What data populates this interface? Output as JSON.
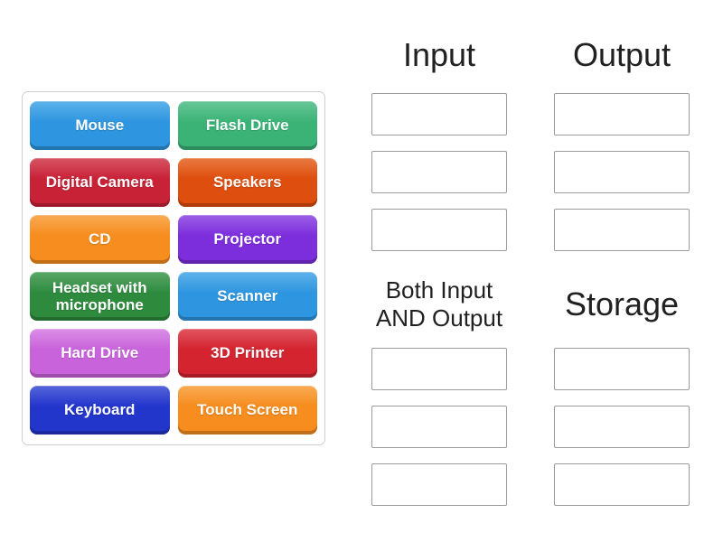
{
  "activity": {
    "kind": "group-sort",
    "tile_text_color": "#FFFFFF",
    "header_text_color": "#212121",
    "slot_border_color": "#9B9B9B",
    "tray_border_color": "#CFCFCF",
    "page_background": "#FFFFFF"
  },
  "tiles": [
    {
      "label": "Mouse",
      "color_base": "#2E96E0",
      "color_light": "#5FB2EA"
    },
    {
      "label": "Flash Drive",
      "color_base": "#3BB377",
      "color_light": "#68C697"
    },
    {
      "label": "Digital Camera",
      "color_base": "#C82237",
      "color_light": "#D75565"
    },
    {
      "label": "Speakers",
      "color_base": "#DE4E0E",
      "color_light": "#E97A42"
    },
    {
      "label": "CD",
      "color_base": "#F68D1E",
      "color_light": "#F9AB55"
    },
    {
      "label": "Projector",
      "color_base": "#7D2EDC",
      "color_light": "#9B5FE6"
    },
    {
      "label": "Headset with microphone",
      "color_base": "#2E8B3E",
      "color_light": "#5AA868"
    },
    {
      "label": "Scanner",
      "color_base": "#2E96E0",
      "color_light": "#5FB2EA"
    },
    {
      "label": "Hard Drive",
      "color_base": "#C963DB",
      "color_light": "#DA8FE6"
    },
    {
      "label": "3D Printer",
      "color_base": "#D42430",
      "color_light": "#E05560"
    },
    {
      "label": "Keyboard",
      "color_base": "#2336CC",
      "color_light": "#5565D9"
    },
    {
      "label": "Touch Screen",
      "color_base": "#F68D1E",
      "color_light": "#F9AB55"
    }
  ],
  "categories": [
    {
      "name": "Input",
      "lines": [
        "Input"
      ],
      "slot_count": 3
    },
    {
      "name": "Output",
      "lines": [
        "Output"
      ],
      "slot_count": 3
    },
    {
      "name": "Both Input AND Output",
      "lines": [
        "Both Input",
        "AND Output"
      ],
      "slot_count": 3
    },
    {
      "name": "Storage",
      "lines": [
        "Storage"
      ],
      "slot_count": 3
    }
  ]
}
